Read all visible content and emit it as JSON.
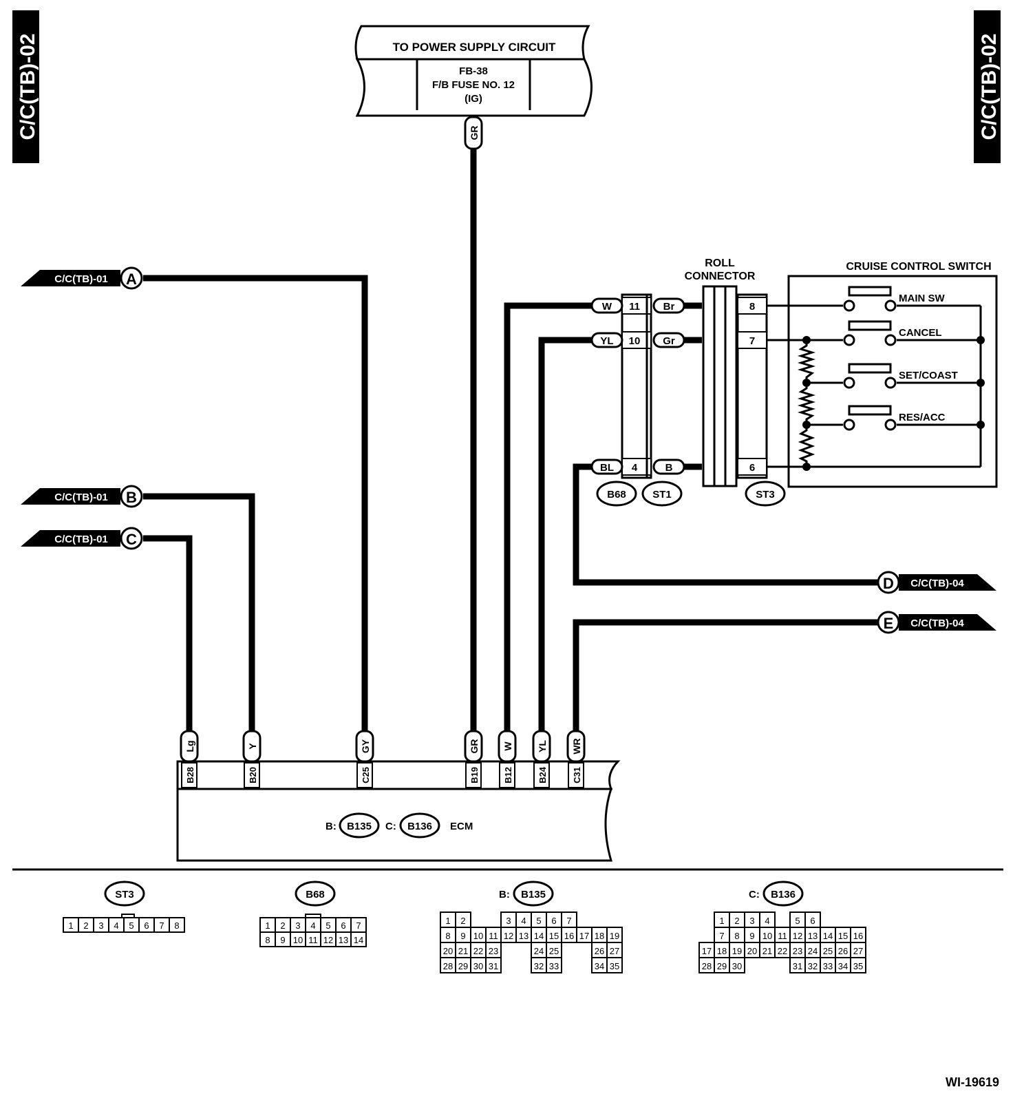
{
  "page_tag": "C/C(TB)-02",
  "power_supply": {
    "title": "TO POWER SUPPLY CIRCUIT",
    "fuse_line1": "FB-38",
    "fuse_line2": "F/B FUSE NO. 12",
    "fuse_line3": "(IG)",
    "wire_color": "GR"
  },
  "offpage_in": [
    {
      "ref": "C/C(TB)-01",
      "letter": "A"
    },
    {
      "ref": "C/C(TB)-01",
      "letter": "B"
    },
    {
      "ref": "C/C(TB)-01",
      "letter": "C"
    }
  ],
  "offpage_out": [
    {
      "ref": "C/C(TB)-04",
      "letter": "D"
    },
    {
      "ref": "C/C(TB)-04",
      "letter": "E"
    }
  ],
  "roll_connector": {
    "line1": "ROLL",
    "line2": "CONNECTOR"
  },
  "b68_rows": [
    {
      "wire": "W",
      "pin": "11",
      "st1_wire": "Br"
    },
    {
      "wire": "YL",
      "pin": "10",
      "st1_wire": "Gr"
    },
    {
      "wire": "BL",
      "pin": "4",
      "st1_wire": "B"
    }
  ],
  "st3_pins": [
    "8",
    "7",
    "6"
  ],
  "connector_ids": {
    "b68": "B68",
    "st1": "ST1",
    "st3": "ST3"
  },
  "switch": {
    "title": "CRUISE CONTROL SWITCH",
    "labels": [
      "MAIN SW",
      "CANCEL",
      "SET/COAST",
      "RES/ACC"
    ]
  },
  "ecm": {
    "b_prefix": "B:",
    "b_conn": "B135",
    "c_prefix": "C:",
    "c_conn": "B136",
    "label": "ECM",
    "terminals": [
      {
        "wire": "Lg",
        "pin": "B28"
      },
      {
        "wire": "Y",
        "pin": "B20"
      },
      {
        "wire": "GY",
        "pin": "C25"
      },
      {
        "wire": "GR",
        "pin": "B19"
      },
      {
        "wire": "W",
        "pin": "B12"
      },
      {
        "wire": "YL",
        "pin": "B24"
      },
      {
        "wire": "WR",
        "pin": "C31"
      }
    ]
  },
  "connector_views": {
    "st3": {
      "title": "ST3",
      "rows": [
        [
          "1",
          "2",
          "3",
          "4",
          "5",
          "6",
          "7",
          "8"
        ]
      ]
    },
    "b68": {
      "title": "B68",
      "rows": [
        [
          "1",
          "2",
          "3",
          "4",
          "5",
          "6",
          "7"
        ],
        [
          "8",
          "9",
          "10",
          "11",
          "12",
          "13",
          "14"
        ]
      ]
    },
    "b135": {
      "prefix": "B:",
      "title": "B135",
      "rows": [
        [
          "1",
          "2",
          "",
          "",
          "3",
          "4",
          "5",
          "6",
          "7"
        ],
        [
          "8",
          "9",
          "10",
          "11",
          "12",
          "13",
          "14",
          "15",
          "16",
          "17",
          "18",
          "19"
        ],
        [
          "20",
          "21",
          "22",
          "23",
          "",
          "",
          "24",
          "25",
          "",
          "",
          "26",
          "27"
        ],
        [
          "28",
          "29",
          "30",
          "31",
          "",
          "",
          "32",
          "33",
          "",
          "",
          "34",
          "35"
        ]
      ]
    },
    "b136": {
      "prefix": "C:",
      "title": "B136",
      "rows": [
        [
          "",
          "1",
          "2",
          "3",
          "4",
          "",
          "5",
          "6"
        ],
        [
          "",
          "7",
          "8",
          "9",
          "10",
          "11",
          "12",
          "13",
          "14",
          "15",
          "16"
        ],
        [
          "17",
          "18",
          "19",
          "20",
          "21",
          "22",
          "23",
          "24",
          "25",
          "26",
          "27"
        ],
        [
          "28",
          "29",
          "30",
          "",
          "",
          "",
          "31",
          "32",
          "33",
          "34",
          "35"
        ]
      ]
    }
  },
  "figure_id": "WI-19619"
}
